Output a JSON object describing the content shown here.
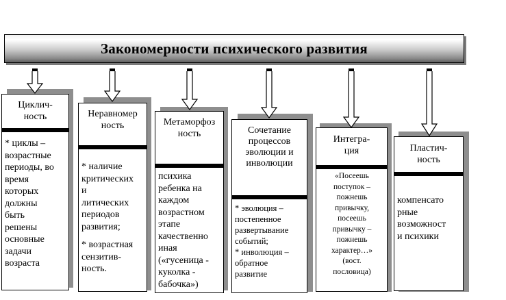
{
  "title": "Закономерности психического развития",
  "colors": {
    "banner_dark": "#5e5e5e",
    "banner_light": "#ffffff",
    "shadow": "#8e8e8e",
    "line": "#000000"
  },
  "cards": [
    {
      "head": [
        "Циклич-",
        "ность"
      ],
      "body": [
        "* циклы –",
        "возрастные",
        "периоды, во",
        "время",
        "которых",
        "должны",
        "быть",
        "решены",
        "основные",
        "задачи",
        "возраста"
      ]
    },
    {
      "head": [
        "Неравномер",
        "ность"
      ],
      "body": [
        "* наличие",
        "критических",
        "и",
        "литических",
        "периодов",
        "развития;",
        "",
        "* возрастная",
        "сензитив-",
        "ность."
      ]
    },
    {
      "head": [
        "Метаморфоз",
        "ность"
      ],
      "body": [
        "психика",
        "ребенка на",
        "каждом",
        "возрастном",
        "этапе",
        "качественно",
        "иная",
        "(«гусеница -",
        "куколка -",
        "бабочка»)"
      ]
    },
    {
      "head": [
        "Сочетание",
        "процессов",
        "эволюции и",
        "инволюции"
      ],
      "body": [
        "* эволюция –",
        "постепенное",
        "развертывание",
        "событий;",
        "* инволюция –",
        "обратное",
        "развитие"
      ]
    },
    {
      "head": [
        "Интегра-",
        "ция"
      ],
      "body": [
        "«Посеешь",
        "поступок –",
        "пожнешь",
        "привычку,",
        "посеешь",
        "привычку –",
        "пожнешь",
        "характер…»",
        "(вост.",
        "пословица)"
      ]
    },
    {
      "head": [
        "Пластич-",
        "ность"
      ],
      "body": [
        "компенсато",
        "рные",
        "возможност",
        "и психики"
      ]
    }
  ]
}
